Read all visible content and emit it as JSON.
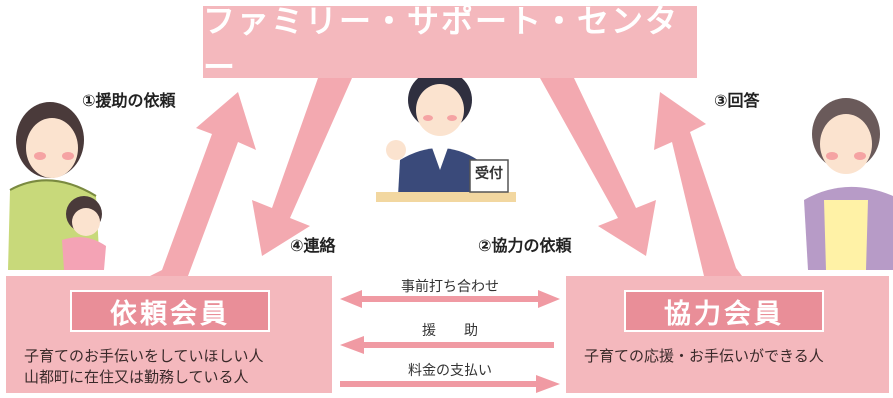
{
  "title": "ファミリー・サポート・センター",
  "steps": {
    "step1": "①援助の依頼",
    "step2": "②協力の依頼",
    "step3": "③回答",
    "step4": "④連絡"
  },
  "reception_sign": "受付",
  "requesting_member": {
    "title": "依頼会員",
    "desc_line1": "子育てのお手伝いをしていほしい人",
    "desc_line2": "山都町に在住又は勤務している人"
  },
  "cooperating_member": {
    "title": "協力会員",
    "desc_line1": "子育ての応援・お手伝いができる人"
  },
  "flows": {
    "arrange": "事前打ち合わせ",
    "support": "援　　助",
    "payment": "料金の支払い"
  },
  "colors": {
    "pink_box": "#f4b8bd",
    "pink_arrow": "#f09aa3",
    "title_pink": "#e98e98"
  },
  "icons": [
    "mother-child-illustration",
    "receptionist-illustration",
    "elderly-woman-illustration"
  ]
}
